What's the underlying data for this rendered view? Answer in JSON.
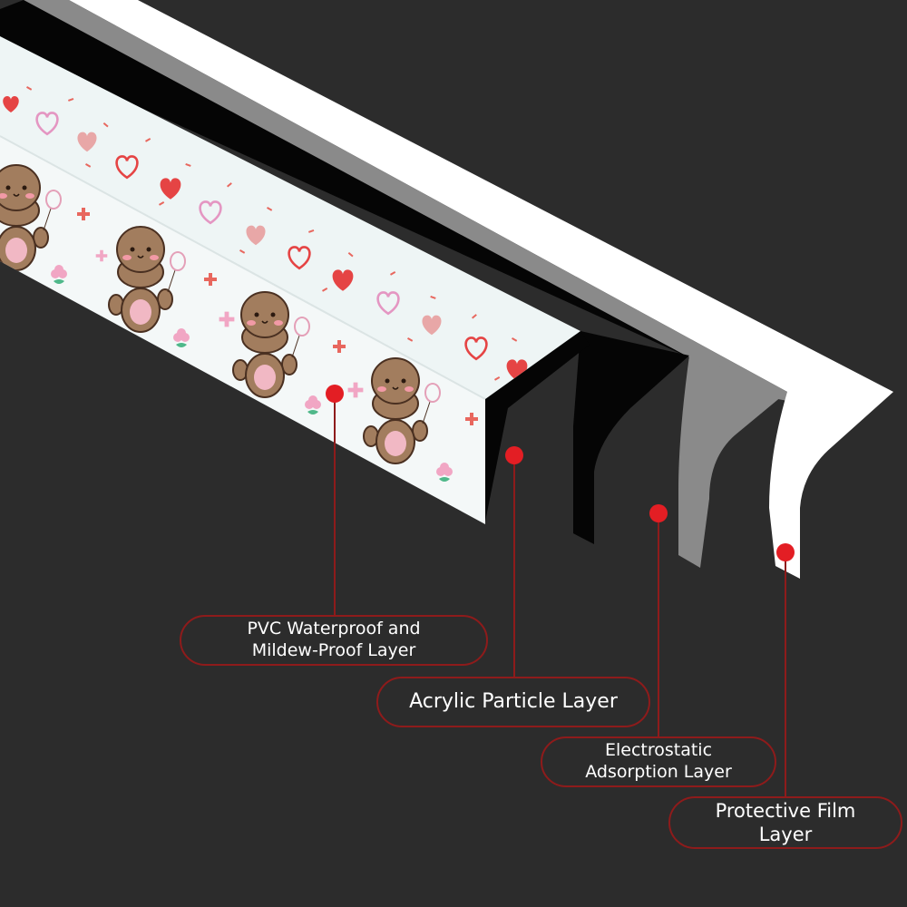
{
  "colors": {
    "background": "#2c2c2c",
    "pvc_layer": "#f1f6f6",
    "acrylic_layer": "#050505",
    "electrostatic_layer": "#8a8a8a",
    "film_layer": "#ffffff",
    "marker": "#e31e24",
    "leader_line": "#8e1b1b",
    "label_border": "#8e1b1b",
    "label_text": "#ffffff"
  },
  "layers": [
    {
      "id": "pvc",
      "label_lines": [
        "PVC Waterproof and",
        "Mildew-Proof Layer"
      ]
    },
    {
      "id": "acrylic",
      "label_lines": [
        "Acrylic Particle Layer"
      ]
    },
    {
      "id": "electrostatic",
      "label_lines": [
        "Electrostatic",
        "Adsorption Layer"
      ]
    },
    {
      "id": "film",
      "label_lines": [
        "Protective Film",
        "Layer"
      ]
    }
  ],
  "pattern_icons": [
    "bear-icon",
    "heart-icon",
    "balloon-icon",
    "flower-icon",
    "sparkle-icon",
    "confetti-icon"
  ]
}
